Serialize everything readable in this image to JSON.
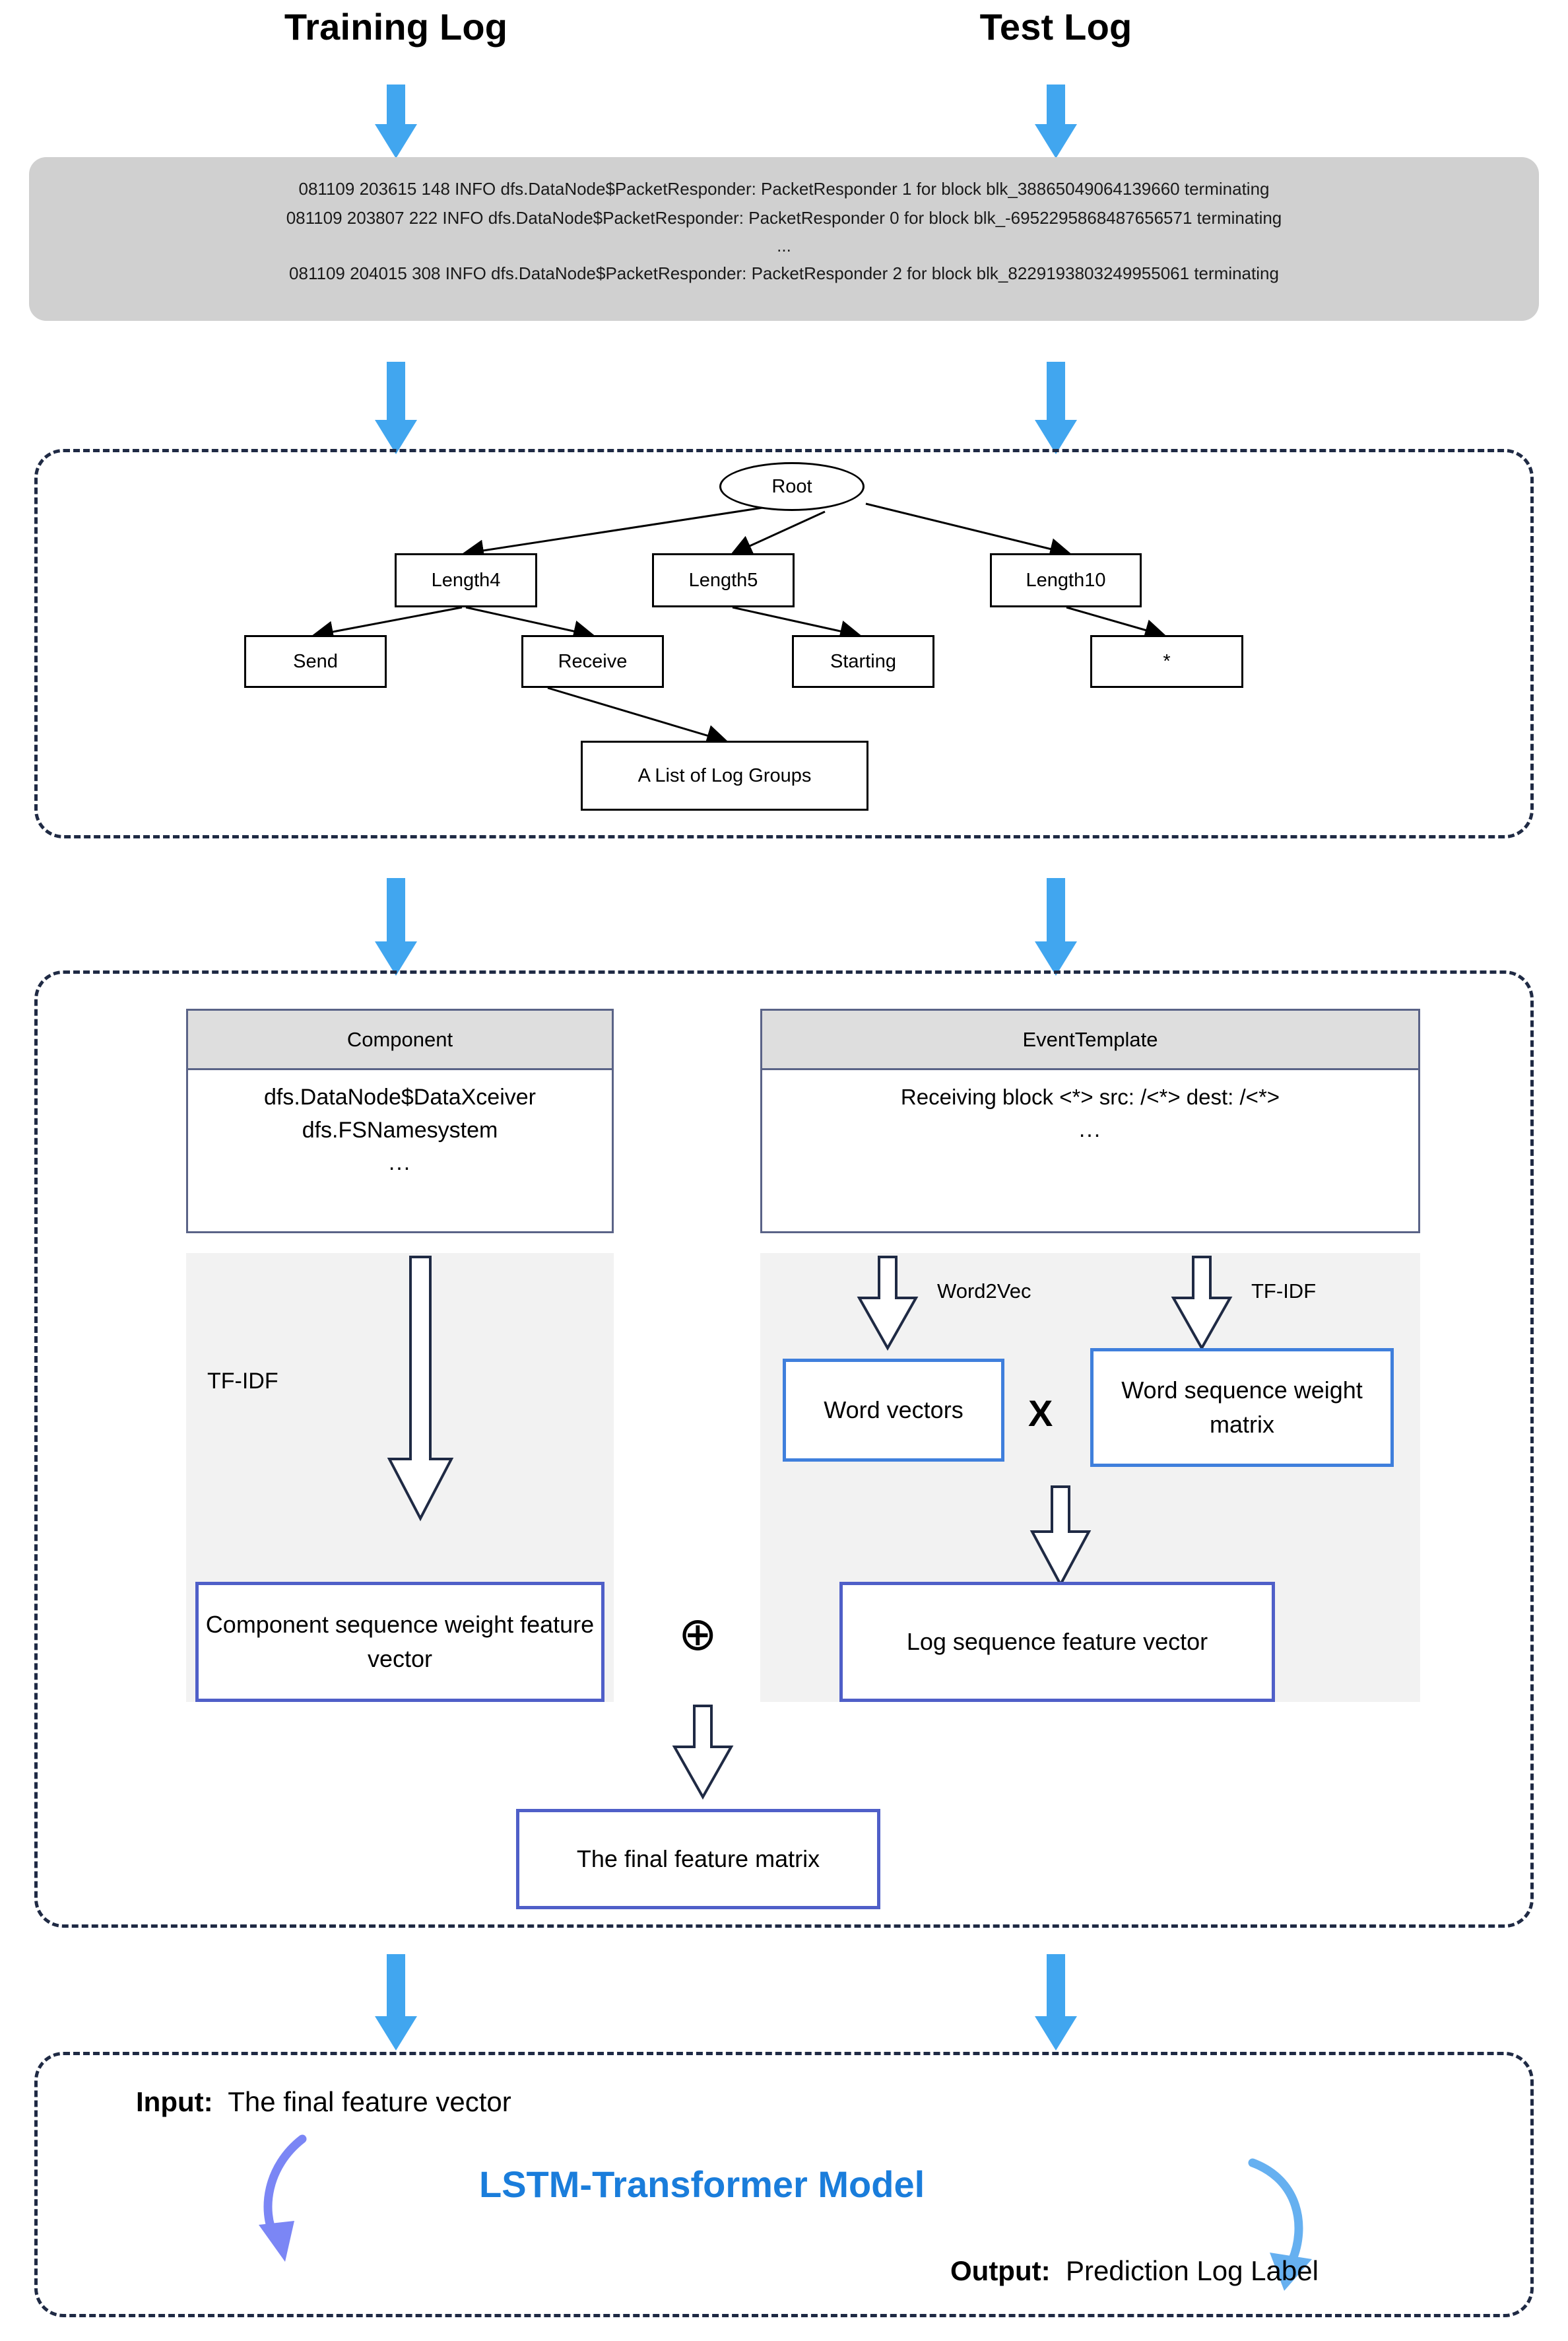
{
  "titles": {
    "training_log": "Training Log",
    "test_log": "Test Log"
  },
  "log_block": {
    "lines": [
      "081109 203615 148 INFO dfs.DataNode$PacketResponder: PacketResponder 1 for block blk_38865049064139660 terminating",
      "081109 203807 222 INFO dfs.DataNode$PacketResponder: PacketResponder 0 for block blk_-6952295868487656571 terminating"
    ],
    "ellipsis": "...",
    "last_line": "081109 204015 308 INFO dfs.DataNode$PacketResponder: PacketResponder 2 for block blk_8229193803249955061 terminating"
  },
  "tree": {
    "root": "Root",
    "level1": [
      "Length4",
      "Length5",
      "Length10"
    ],
    "level2": [
      "Send",
      "Receive",
      "Starting",
      "*"
    ],
    "leaf": "A List of Log Groups"
  },
  "feature_section": {
    "component_table": {
      "header": "Component",
      "rows": [
        "dfs.DataNode$DataXceiver",
        "dfs.FSNamesystem"
      ],
      "ellipsis": "..."
    },
    "event_table": {
      "header": "EventTemplate",
      "rows": [
        "Receiving block <*> src: /<*> dest: /<*>"
      ],
      "ellipsis": "..."
    },
    "left_method": "TF-IDF",
    "word2vec_label": "Word2Vec",
    "tfidf_label": "TF-IDF",
    "word_vectors": "Word vectors",
    "word_sequence_weight_matrix": "Word sequence weight matrix",
    "multiply_symbol": "X",
    "component_vector": "Component sequence weight feature vector",
    "log_vector": "Log sequence feature vector",
    "concat_symbol": "⊕",
    "final_matrix": "The final feature matrix"
  },
  "model_section": {
    "input_label": "Input",
    "input_value": "The final feature vector",
    "model_name": "LSTM-Transformer Model",
    "output_label": "Output",
    "output_value": "Prediction Log Label"
  },
  "colors": {
    "blue_arrow": "#41a6ef",
    "dashed_border": "#1f2a44",
    "result_border": "#4f5fc8",
    "lstm_title": "#1a7ddb",
    "log_block_bg": "#d0d0d0",
    "table_header_bg": "#dedede",
    "shade_bg": "#f2f2f2"
  }
}
